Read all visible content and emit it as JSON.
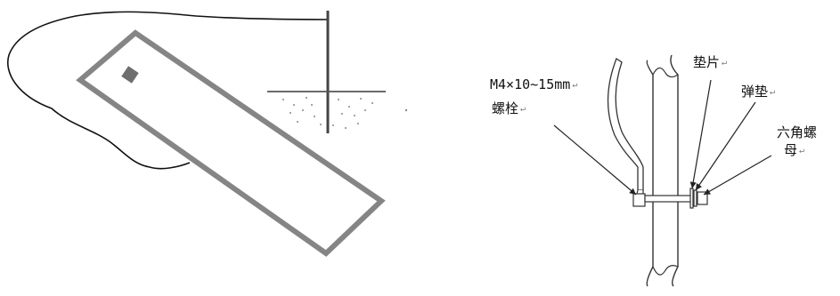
{
  "labels": {
    "bolt_spec": "M4×10~15mm",
    "bolt_name": "螺栓",
    "washer": "垫片",
    "spring_washer": "弹垫",
    "hex_nut_line1": "六角螺",
    "hex_nut_line2": "母",
    "return_mark": "↵"
  },
  "colors": {
    "tag_outline": "#858585",
    "tag_hole": "#6e6e6e",
    "line": "#222222",
    "soil": "#888888"
  }
}
